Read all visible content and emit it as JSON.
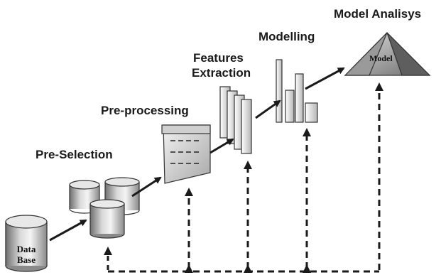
{
  "stages": {
    "database": "Data\nBase",
    "preselection": "Pre-Selection",
    "preprocessing": "Pre-processing",
    "features_line1": "Features",
    "features_line2": "Extraction",
    "modelling": "Modelling",
    "model_analysis": "Model Analisys",
    "model": "Model"
  },
  "colors": {
    "ink": "#1a1a1a",
    "shape_light": "#e6e6e6",
    "shape_mid": "#bdbdbd",
    "shape_dark": "#7d7d7d"
  }
}
